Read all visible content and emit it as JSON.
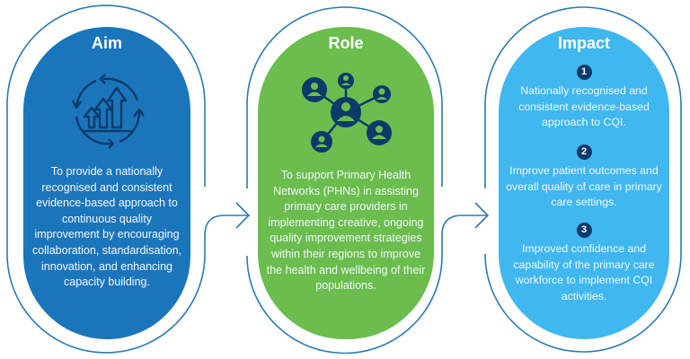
{
  "colors": {
    "aim": "#1b75bb",
    "role": "#6bbd4e",
    "impact": "#40b7ef",
    "outline": "#2a7ab4",
    "icon": "#0d3a6b"
  },
  "aim": {
    "title": "Aim",
    "icon": "growth-cycle-icon",
    "text": "To provide a nationally recognised and consistent evidence-based approach to continuous quality improvement by encouraging collaboration, standardisation, innovation, and enhancing capacity building."
  },
  "role": {
    "title": "Role",
    "icon": "people-network-icon",
    "text": "To support Primary Health Networks (PHNs) in assisting primary care providers in implementing creative, ongoing quality improvement strategies within their regions to improve the health and wellbeing of their populations."
  },
  "impact": {
    "title": "Impact",
    "items": [
      {
        "number": "1",
        "text": "Nationally recognised and consistent evidence-based approach to CQI."
      },
      {
        "number": "2",
        "text": "Improve patient outcomes and overall quality of care in primary care settings."
      },
      {
        "number": "3",
        "text": "Improved confidence and capability of the primary care workforce to implement CQI activities."
      }
    ]
  }
}
